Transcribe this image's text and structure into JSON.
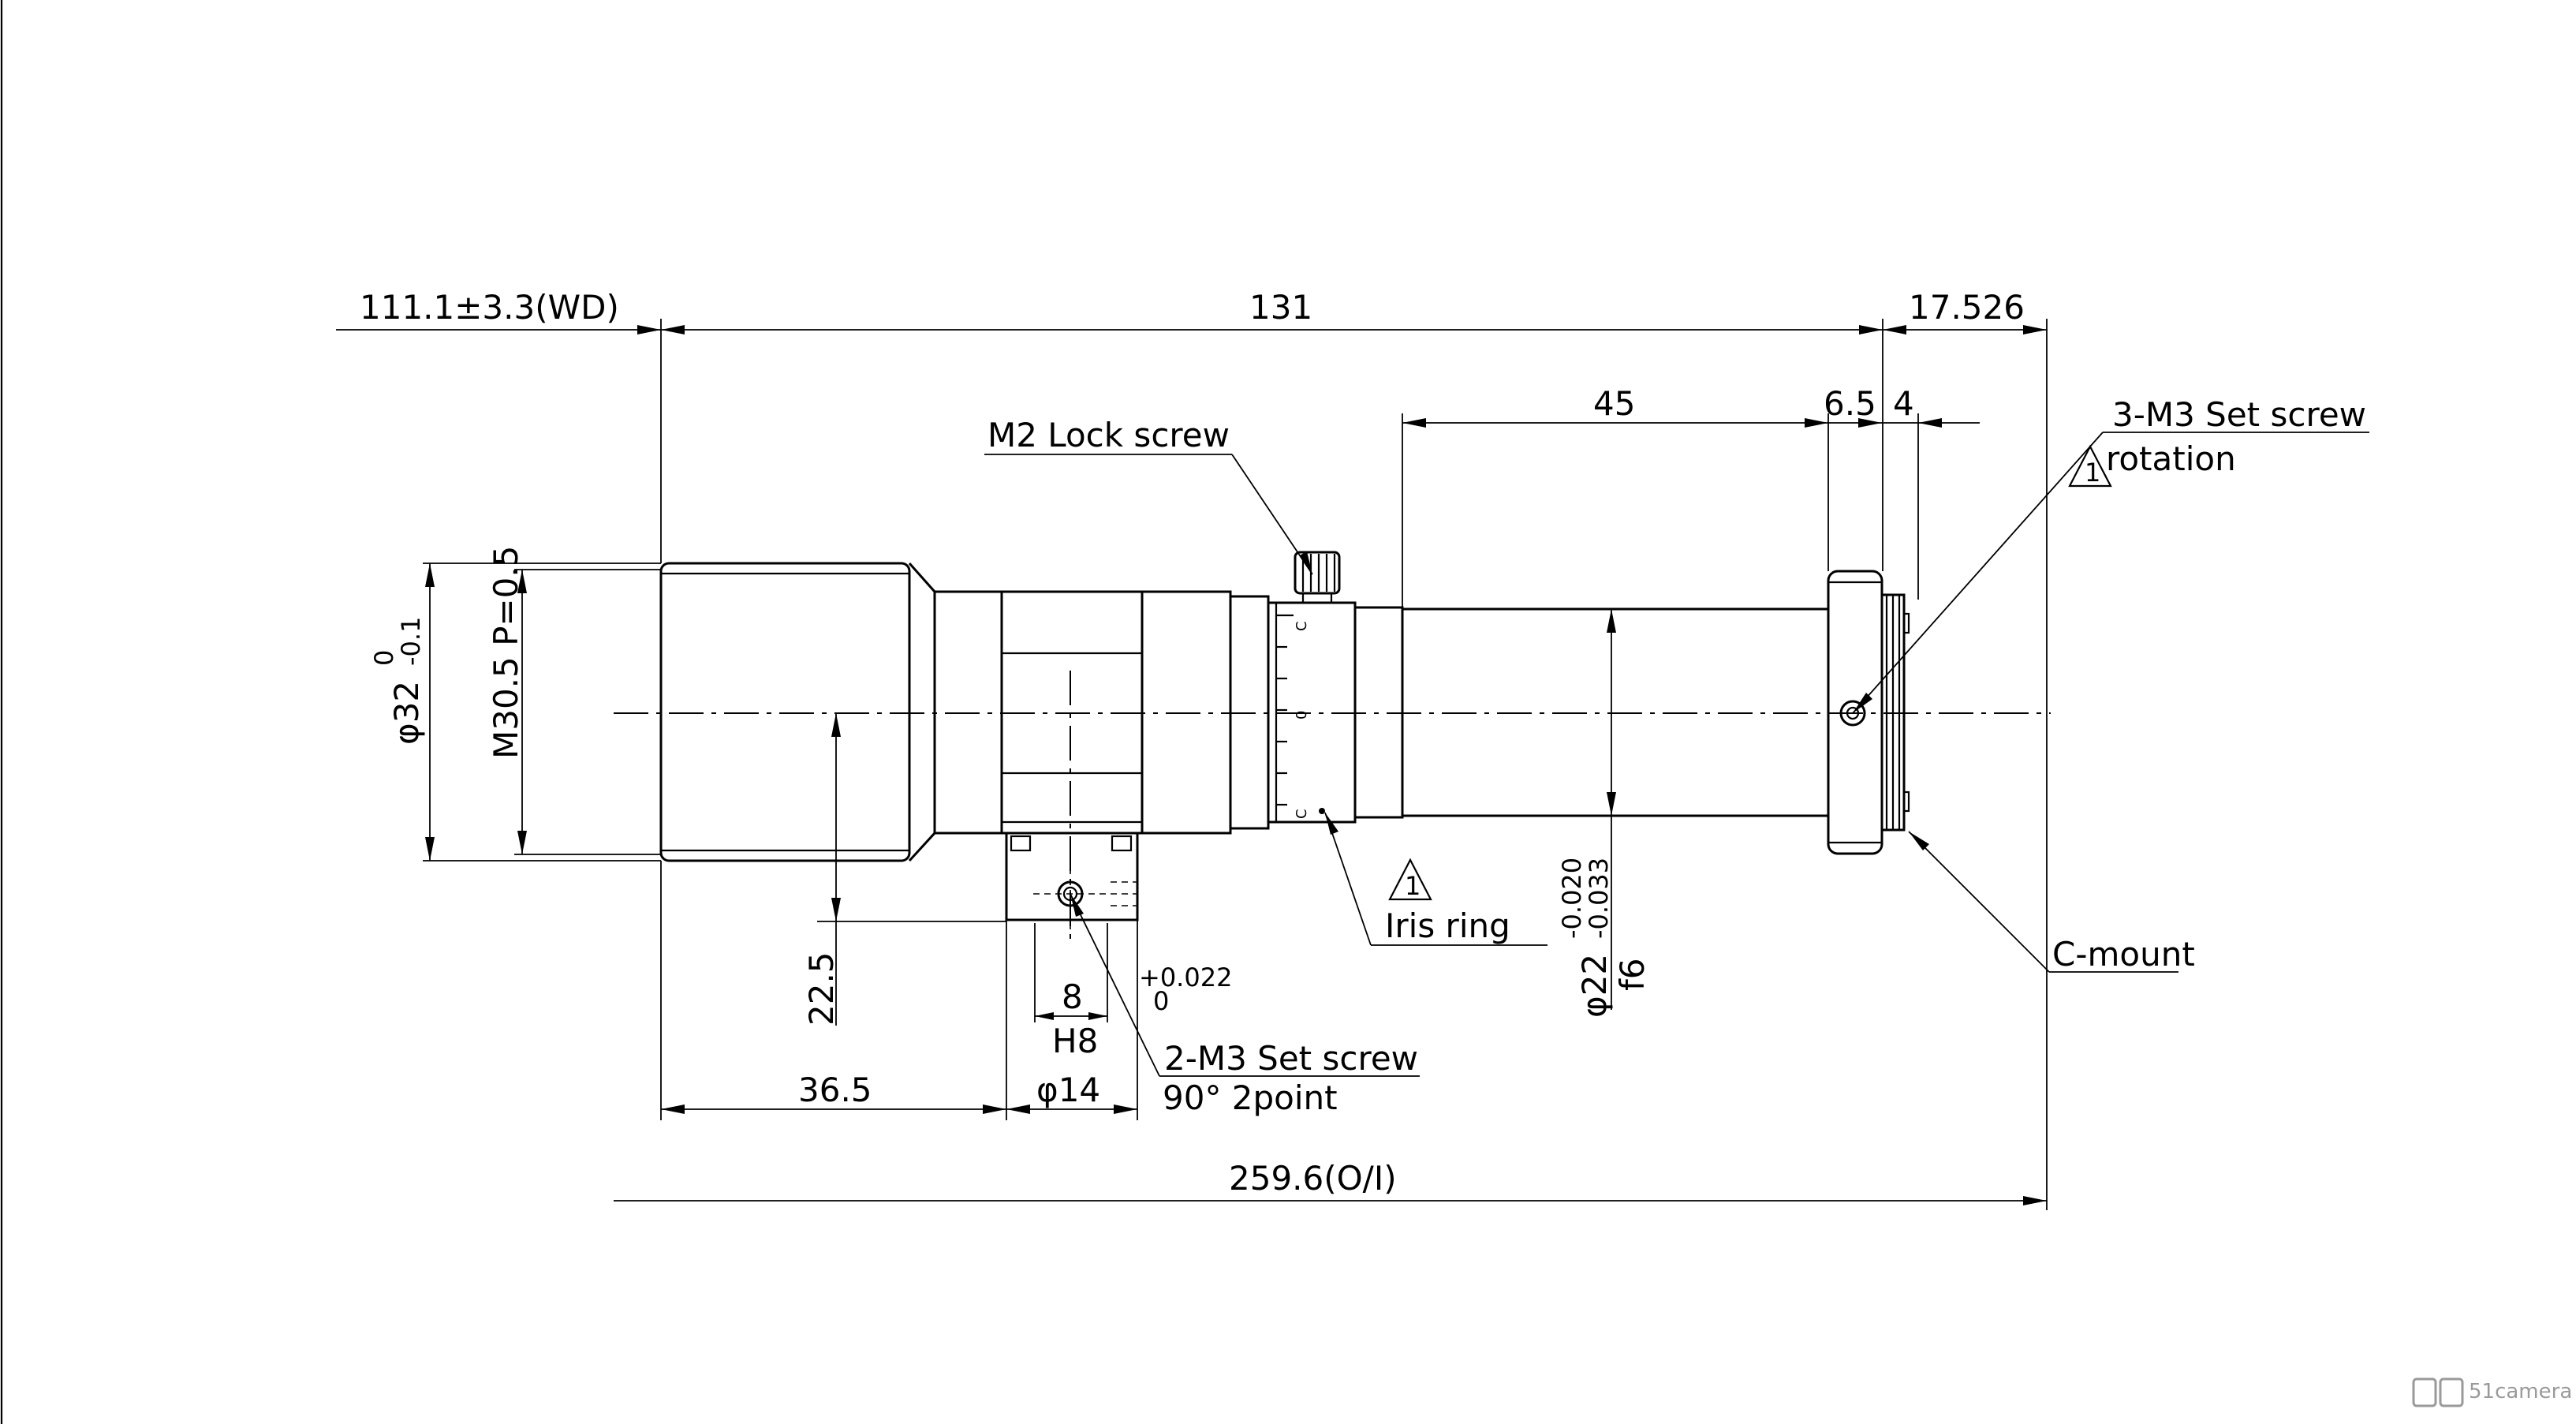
{
  "dimensions": {
    "working_distance": "111.1±3.3(WD)",
    "length_131": "131",
    "flange_17526": "17.526",
    "length_45": "45",
    "length_65": "6.5",
    "length_4": "4",
    "dia_32": "φ32",
    "tol_32_upper": "0",
    "tol_32_lower": "-0.1",
    "thread_m305": "M30.5 P=0.5",
    "height_225": "22.5",
    "width_8": "8",
    "fit_h8": "H8",
    "tol_h8_upper": "+0.022",
    "tol_h8_lower": "0",
    "length_365": "36.5",
    "dia_14": "φ14",
    "total_oi": "259.6(O/I)",
    "dia_22": "φ22",
    "tol_22_upper": "-0.020",
    "tol_22_lower": "-0.033",
    "fit_f6": "f6"
  },
  "callouts": {
    "m2_lock": "M2 Lock screw",
    "set_screw_3": "3-M3 Set screw",
    "rotation": "rotation",
    "iris_ring": "Iris ring",
    "c_mount": "C-mount",
    "set_screw_2": "2-M3 Set screw",
    "set_screw_2_note": "90° 2point",
    "warn_mark": "1"
  },
  "scale_marks": {
    "c1": "C",
    "zero": "0",
    "c2": "C"
  },
  "watermark": "51camera"
}
